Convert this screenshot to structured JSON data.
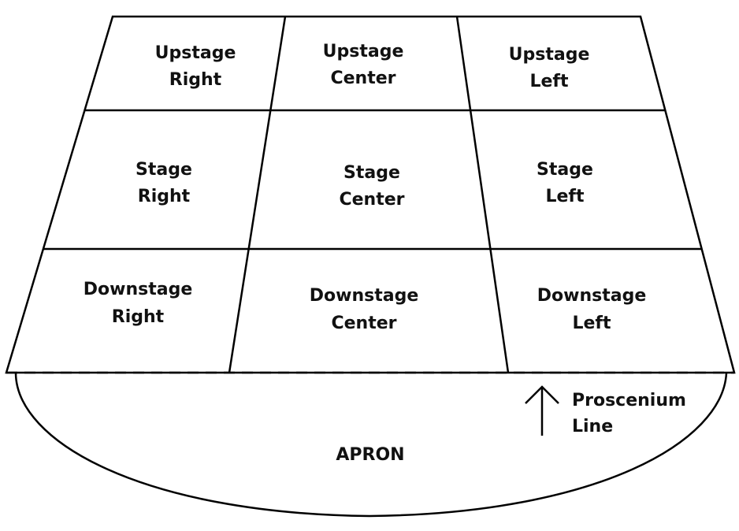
{
  "colors": {
    "stroke": "#000000",
    "text": "#111111",
    "background": "#ffffff"
  },
  "areas": {
    "upstage_right": {
      "line1": "Upstage",
      "line2": "Right"
    },
    "upstage_center": {
      "line1": "Upstage",
      "line2": "Center"
    },
    "upstage_left": {
      "line1": "Upstage",
      "line2": "Left"
    },
    "stage_right": {
      "line1": "Stage",
      "line2": "Right"
    },
    "stage_center": {
      "line1": "Stage",
      "line2": "Center"
    },
    "stage_left": {
      "line1": "Stage",
      "line2": "Left"
    },
    "downstage_right": {
      "line1": "Downstage",
      "line2": "Right"
    },
    "downstage_center": {
      "line1": "Downstage",
      "line2": "Center"
    },
    "downstage_left": {
      "line1": "Downstage",
      "line2": "Left"
    }
  },
  "apron": {
    "label": "APRON"
  },
  "proscenium": {
    "line1": "Proscenium",
    "line2": "Line",
    "arrow_icon": "up-arrow-icon"
  }
}
